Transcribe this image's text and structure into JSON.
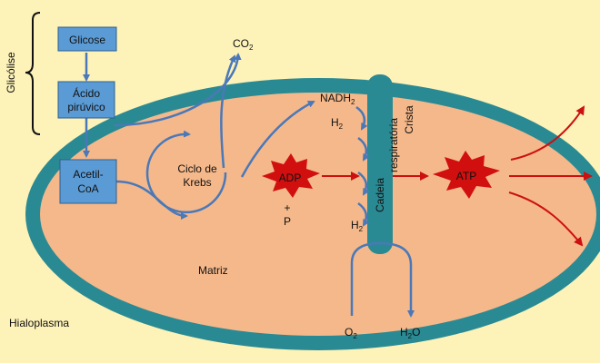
{
  "labels": {
    "glicolise": "Glicólise",
    "glicose": "Glicose",
    "acido_line1": "Ácido",
    "acido_line2": "pirúvico",
    "acetil_line1": "Acetil-",
    "acetil_line2": "CoA",
    "co2_main": "CO",
    "co2_sub": "2",
    "ciclo_line1": "Ciclo de",
    "ciclo_line2": "Krebs",
    "nadh_main": "NADH",
    "nadh_sub": "2",
    "h2_top_main": "H",
    "h2_top_sub": "2",
    "h2_bottom_main": "H",
    "h2_bottom_sub": "2",
    "adp": "ADP",
    "plus": "+",
    "p": "P",
    "cadeia": "Cadeia",
    "respiratoria": "respiratória",
    "crista": "Crista",
    "atp": "ATP",
    "matriz": "Matriz",
    "hialoplasma": "Hialoplasma",
    "o2_main": "O",
    "o2_sub": "2",
    "h2o_h": "H",
    "h2o_sub": "2",
    "h2o_o": "O"
  },
  "colors": {
    "background": "#fdf2b8",
    "membrane": "#2a8a93",
    "matrix": "#f5b88a",
    "box_fill": "#5b9bd5",
    "box_border": "#2f5f8f",
    "flow_arrow": "#4a78b8",
    "energy_arrow": "#cc1010",
    "star_fill": "#d10f0f"
  }
}
